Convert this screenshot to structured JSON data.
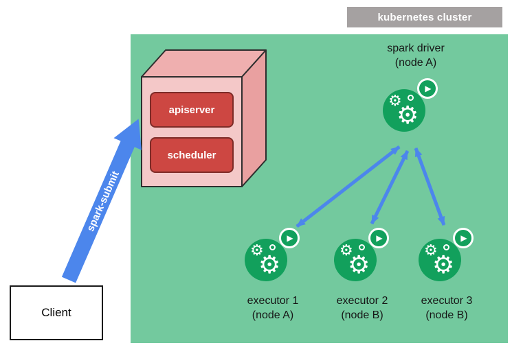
{
  "cluster": {
    "label": "kubernetes cluster"
  },
  "control_plane": {
    "components": [
      {
        "label": "apiserver"
      },
      {
        "label": "scheduler"
      }
    ]
  },
  "driver": {
    "title": "spark driver",
    "subtitle": "(node A)"
  },
  "executors": [
    {
      "title": "executor 1",
      "subtitle": "(node A)"
    },
    {
      "title": "executor 2",
      "subtitle": "(node B)"
    },
    {
      "title": "executor 3",
      "subtitle": "(node B)"
    }
  ],
  "client": {
    "label": "Client"
  },
  "spark_submit": {
    "label": "spark-submit"
  },
  "icons": {
    "gear_glyph": "⚙",
    "play_glyph": "▶"
  },
  "colors": {
    "cluster_bg": "#73C99E",
    "cluster_label_bg": "#A5A1A1",
    "pod_green": "#12A05C",
    "arrow_blue": "#4C86EC",
    "cube_front": "#F4C8C8",
    "cube_top": "#EFAFAF",
    "cube_side": "#E9A0A0",
    "component_red": "#CD4742"
  }
}
